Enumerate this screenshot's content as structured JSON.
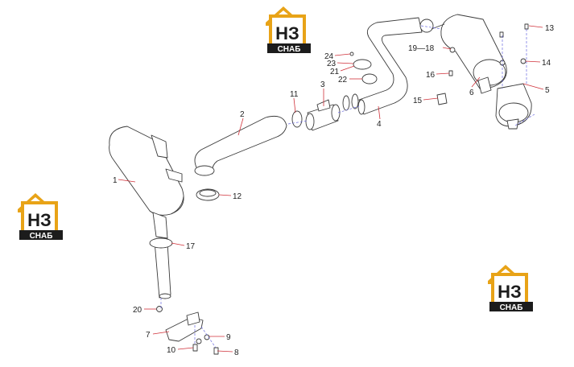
{
  "logos": [
    {
      "id": "logo-top",
      "mark": "НЗ",
      "word": "СНАБ"
    },
    {
      "id": "logo-left",
      "mark": "НЗ",
      "word": "СНАБ"
    },
    {
      "id": "logo-right",
      "mark": "НЗ",
      "word": "СНАБ"
    }
  ],
  "callouts": {
    "c1": "1",
    "c2": "2",
    "c3": "3",
    "c4": "4",
    "c5": "5",
    "c6": "6",
    "c7": "7",
    "c8": "8",
    "c9": "9",
    "c10": "10",
    "c11": "11",
    "c12": "12",
    "c13": "13",
    "c14": "14",
    "c15": "15",
    "c16": "16",
    "c17": "17",
    "c1918": "19—18",
    "c20": "20",
    "c21": "21",
    "c22": "22",
    "c23": "23",
    "c24": "24"
  },
  "colors": {
    "logo_gold": "#e8a317",
    "logo_dark": "#1c1c1c",
    "leader": "#d0313a"
  }
}
